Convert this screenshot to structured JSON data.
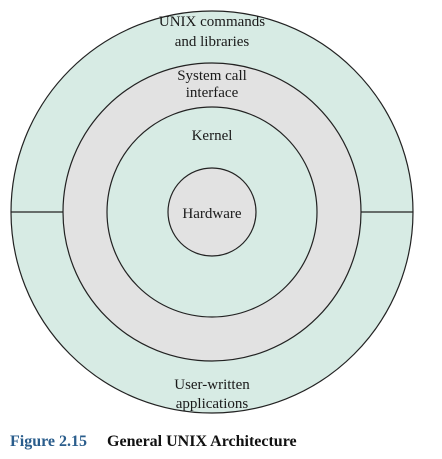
{
  "diagram": {
    "layers": {
      "outer": {
        "top_line1": "UNIX commands",
        "top_line2": "and libraries",
        "bottom_line1": "User-written",
        "bottom_line2": "applications"
      },
      "syscall": {
        "line1": "System call",
        "line2": "interface"
      },
      "kernel": {
        "label": "Kernel"
      },
      "hardware": {
        "label": "Hardware"
      }
    },
    "colors": {
      "outer_ring": "#d7ebe4",
      "syscall_ring": "#e2e2e2",
      "kernel_ring": "#d7ebe4",
      "hardware_core": "#e2e2e2",
      "stroke": "#222222"
    }
  },
  "caption": {
    "label": "Figure 2.15",
    "title": "General UNIX Architecture"
  }
}
